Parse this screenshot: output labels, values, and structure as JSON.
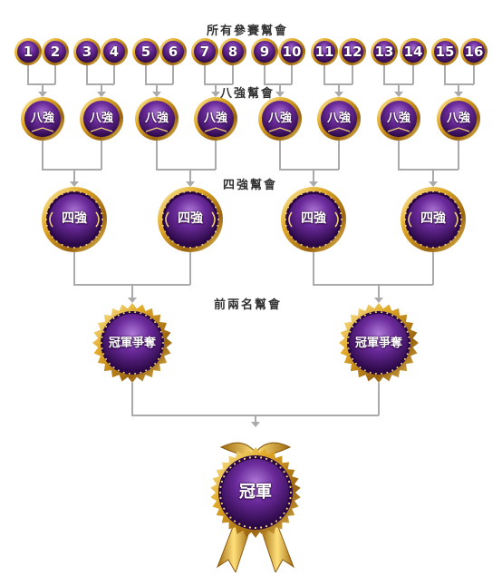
{
  "labels": {
    "round_all": "所有參賽幫會",
    "round_eight": "八強幫會",
    "round_four": "四強幫會",
    "round_top_two": "前兩名幫會"
  },
  "seeds": [
    "1",
    "2",
    "3",
    "4",
    "5",
    "6",
    "7",
    "8",
    "9",
    "10",
    "11",
    "12",
    "13",
    "14",
    "15",
    "16"
  ],
  "quarter_label": "八強",
  "semi_label": "四強",
  "final_label": "冠軍爭奪",
  "champion_label": "冠軍",
  "colors": {
    "purple_dark": "#3a0f5a",
    "purple_mid": "#6a2a9a",
    "purple_light": "#9a5ac8",
    "gold_dark": "#8a5a10",
    "gold_mid": "#d4a020",
    "gold_light": "#ffe48a",
    "connector": "#aaaaaa"
  }
}
